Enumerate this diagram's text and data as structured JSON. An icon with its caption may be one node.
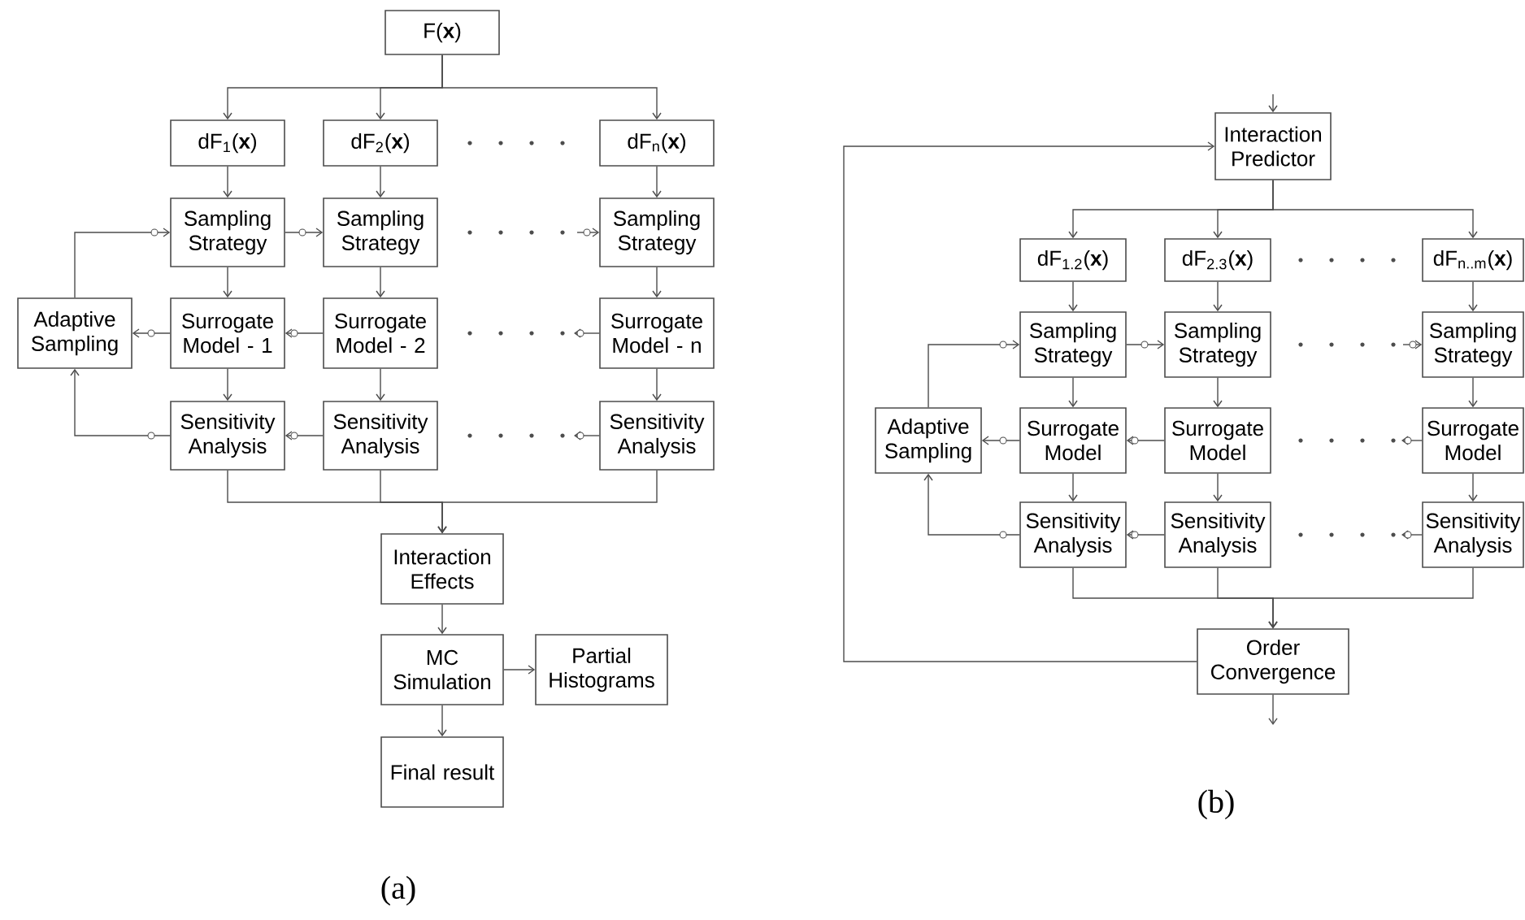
{
  "diagram": {
    "nodes": [
      {
        "text": [
          "F(**x**)"
        ]
      },
      {
        "text": [
          "dF$_{1}$(**x**)"
        ]
      },
      {
        "text": [
          "dF$_{2}$(**x**)"
        ]
      },
      {
        "text": [
          "dF$_{n}$(**x**)"
        ]
      },
      {
        "text": [
          "Sampling Strategy"
        ]
      },
      {
        "text": [
          "Sampling Strategy"
        ]
      },
      {
        "text": [
          "Sampling Strategy"
        ]
      },
      {
        "text": [
          "Adaptive Sampling"
        ]
      },
      {
        "text": [
          "Surrogate Model - 1"
        ]
      },
      {
        "text": [
          "Surrogate Model - 2"
        ]
      },
      {
        "text": [
          "Surrogate Model - n"
        ]
      },
      {
        "text": [
          "Sensitivity Analysis"
        ]
      },
      {
        "text": [
          "Sensitivity Analysis"
        ]
      },
      {
        "text": [
          "Sensitivity Analysis"
        ]
      },
      {
        "text": [
          "Interaction Effects"
        ]
      },
      {
        "text": [
          "MC Simulation"
        ]
      },
      {
        "text": [
          "Partial Histograms"
        ]
      },
      {
        "text": [
          "Final result"
        ]
      },
      {
        "text": [
          "Interaction Predictor"
        ]
      },
      {
        "text": [
          "dF$_{1.2}$(**x**)"
        ]
      },
      {
        "text": [
          "dF$_{2.3}$(**x**)"
        ]
      },
      {
        "text": [
          "dF$_{n..m}$(**x**)"
        ]
      },
      {
        "text": [
          "Sampling Strategy"
        ]
      },
      {
        "text": [
          "Sampling Strategy"
        ]
      },
      {
        "text": [
          "Sampling Strategy"
        ]
      },
      {
        "text": [
          "Adaptive Sampling"
        ]
      },
      {
        "text": [
          "Surrogate Model"
        ]
      },
      {
        "text": [
          "Surrogate Model"
        ]
      },
      {
        "text": [
          "Surrogate Model"
        ]
      },
      {
        "text": [
          "Sensitivity Analysis"
        ]
      },
      {
        "text": [
          "Sensitivity Analysis"
        ]
      },
      {
        "text": [
          "Sensitivity Analysis"
        ]
      },
      {
        "text": [
          "Order Convergence"
        ]
      }
    ],
    "edges": [
      {
        "from": 0,
        "to": 1,
        "arrow": "to"
      },
      {
        "from": 0,
        "to": 2,
        "arrow": "to"
      },
      {
        "from": 0,
        "to": 3,
        "arrow": "to"
      },
      {
        "from": 1,
        "to": 4,
        "arrow": "to"
      },
      {
        "from": 2,
        "to": 5,
        "arrow": "to"
      },
      {
        "from": 3,
        "to": 6,
        "arrow": "to"
      },
      {
        "from": 4,
        "to": 8,
        "arrow": "to"
      },
      {
        "from": 5,
        "to": 9,
        "arrow": "to"
      },
      {
        "from": 6,
        "to": 10,
        "arrow": "to"
      },
      {
        "from": 8,
        "to": 11,
        "arrow": "to"
      },
      {
        "from": 9,
        "to": 12,
        "arrow": "to"
      },
      {
        "from": 10,
        "to": 13,
        "arrow": "to"
      },
      {
        "from": 7,
        "to": 4,
        "arrow": "to"
      },
      {
        "from": 4,
        "to": 5,
        "arrow": "to"
      },
      {
        "from": null,
        "to": 6,
        "arrow": "to"
      },
      {
        "from": 8,
        "to": 7,
        "arrow": "to"
      },
      {
        "from": 9,
        "to": 8,
        "arrow": "to"
      },
      {
        "from": 10,
        "to": null,
        "arrow": "to"
      },
      {
        "from": 11,
        "to": 7,
        "arrow": "to"
      },
      {
        "from": 12,
        "to": 11,
        "arrow": "to"
      },
      {
        "from": 13,
        "to": null,
        "arrow": "to"
      },
      {
        "from": 11,
        "to": 14,
        "arrow": "to"
      },
      {
        "from": 12,
        "to": 14,
        "arrow": "to"
      },
      {
        "from": 13,
        "to": 14,
        "arrow": "to"
      },
      {
        "from": 14,
        "to": 15,
        "arrow": "to"
      },
      {
        "from": 15,
        "to": 16,
        "arrow": "to"
      },
      {
        "from": 15,
        "to": 17,
        "arrow": "to"
      },
      {
        "from": null,
        "to": 18,
        "arrow": "to"
      },
      {
        "from": 18,
        "to": 19,
        "arrow": "to"
      },
      {
        "from": 18,
        "to": 20,
        "arrow": "to"
      },
      {
        "from": 18,
        "to": 21,
        "arrow": "to"
      },
      {
        "from": 19,
        "to": 22,
        "arrow": "to"
      },
      {
        "from": 20,
        "to": 23,
        "arrow": "to"
      },
      {
        "from": 21,
        "to": 24,
        "arrow": "to"
      },
      {
        "from": 22,
        "to": 26,
        "arrow": "to"
      },
      {
        "from": 23,
        "to": 27,
        "arrow": "to"
      },
      {
        "from": 24,
        "to": 28,
        "arrow": "to"
      },
      {
        "from": 26,
        "to": 29,
        "arrow": "to"
      },
      {
        "from": 27,
        "to": 30,
        "arrow": "to"
      },
      {
        "from": 28,
        "to": 31,
        "arrow": "to"
      },
      {
        "from": 25,
        "to": 22,
        "arrow": "to"
      },
      {
        "from": 22,
        "to": 23,
        "arrow": "to"
      },
      {
        "from": null,
        "to": 24,
        "arrow": "to"
      },
      {
        "from": 26,
        "to": 25,
        "arrow": "to"
      },
      {
        "from": 27,
        "to": 26,
        "arrow": "to"
      },
      {
        "from": 28,
        "to": null,
        "arrow": "to"
      },
      {
        "from": 29,
        "to": 25,
        "arrow": "to"
      },
      {
        "from": 30,
        "to": 29,
        "arrow": "to"
      },
      {
        "from": 31,
        "to": null,
        "arrow": "to"
      },
      {
        "from": 29,
        "to": 32,
        "arrow": "to"
      },
      {
        "from": 30,
        "to": 32,
        "arrow": "to"
      },
      {
        "from": 31,
        "to": 32,
        "arrow": "to"
      },
      {
        "from": 32,
        "to": 18,
        "arrow": "to"
      },
      {
        "from": 32,
        "to": null,
        "arrow": "to"
      }
    ],
    "labels": [
      "(a)",
      "(b)"
    ]
  }
}
